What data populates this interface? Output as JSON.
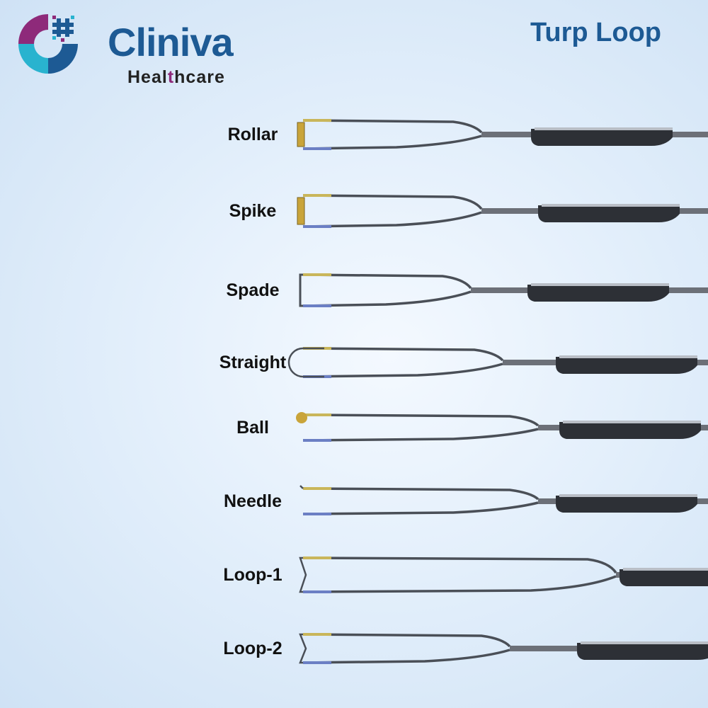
{
  "brand": {
    "name": "Cliniva",
    "subtitle_pre": "Heal",
    "subtitle_plus": "t",
    "subtitle_post": "hcare",
    "colors": {
      "primary": "#1d5a94",
      "purple": "#8e2a7a",
      "teal": "#29b3cf"
    }
  },
  "title": "Turp Loop",
  "items": [
    {
      "label": "Rollar",
      "tip": "roller"
    },
    {
      "label": "Spike",
      "tip": "spike"
    },
    {
      "label": "Spade",
      "tip": "spade"
    },
    {
      "label": "Straight",
      "tip": "straight"
    },
    {
      "label": "Ball",
      "tip": "ball"
    },
    {
      "label": "Needle",
      "tip": "needle"
    },
    {
      "label": "Loop-1",
      "tip": "loop"
    },
    {
      "label": "Loop-2",
      "tip": "loop"
    }
  ]
}
